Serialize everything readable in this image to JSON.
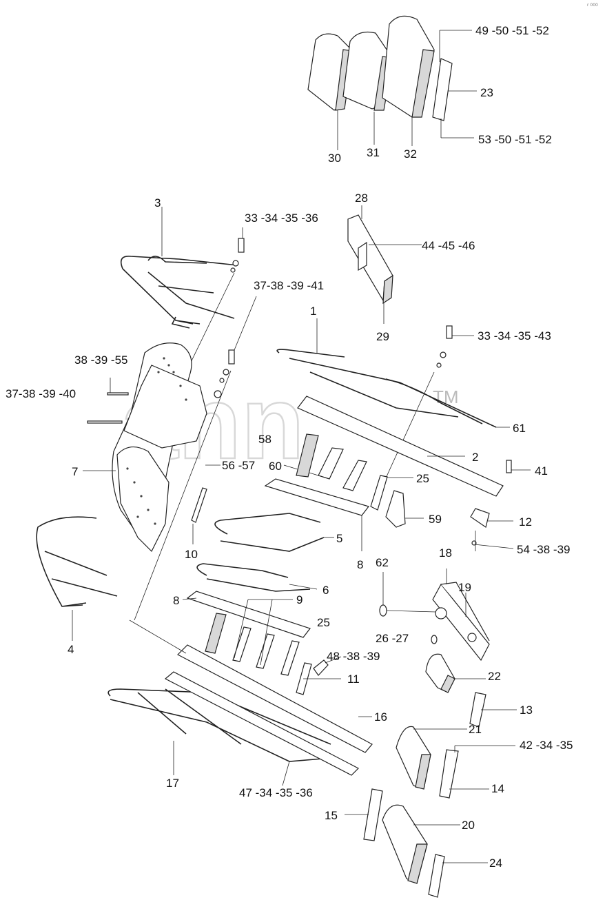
{
  "watermark": {
    "text": "ann",
    "tm": "TM"
  },
  "corner_mark": "r 000",
  "labels": {
    "l49": "49 -50 -51 -52",
    "l23": "23",
    "l53": "53 -50 -51 -52",
    "l30": "30",
    "l31": "31",
    "l32": "32",
    "l3": "3",
    "l28": "28",
    "l33a": "33 -34 -35 -36",
    "l44": "44 -45 -46",
    "l37a": "37-38 -39 -41",
    "l29": "29",
    "l1": "1",
    "l33b": "33 -34 -35 -43",
    "l38": "38 -39 -55",
    "l37b": "37-38 -39 -40",
    "l61": "61",
    "l58": "58",
    "l2": "2",
    "l60": "60",
    "l56": "56 -57",
    "l7": "7",
    "l41": "41",
    "l25a": "25",
    "l12": "12",
    "l59": "59",
    "l5": "5",
    "l10": "10",
    "l54": "54 -38 -39",
    "l8a": "8",
    "l62": "62",
    "l18": "18",
    "l19": "19",
    "l6": "6",
    "l8b": "8",
    "l9": "9",
    "l4": "4",
    "l25b": "25",
    "l26": "26 -27",
    "l48": "48 -38 -39",
    "l22": "22",
    "l11": "11",
    "l13": "13",
    "l16": "16",
    "l21": "21",
    "l42": "42 -34 -35",
    "l17": "17",
    "l47": "47 -34 -35 -36",
    "l14": "14",
    "l15": "15",
    "l20": "20",
    "l24": "24"
  }
}
